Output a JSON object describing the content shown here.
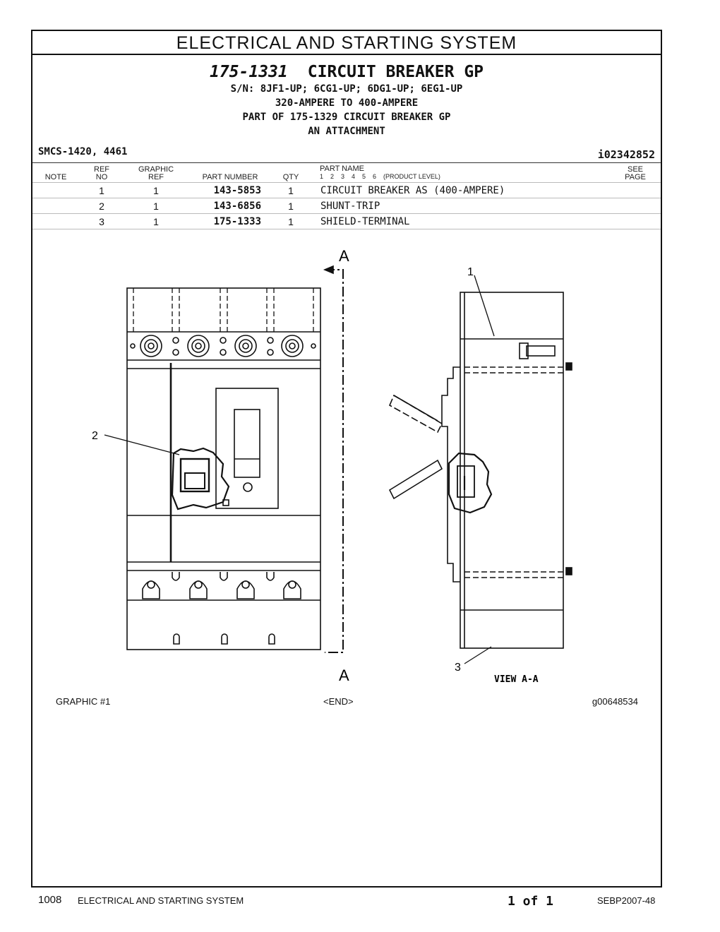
{
  "section_title": "ELECTRICAL AND STARTING SYSTEM",
  "group": {
    "part_number": "175-1331",
    "name": "CIRCUIT BREAKER GP",
    "lines": [
      "S/N: 8JF1-UP; 6CG1-UP; 6DG1-UP; 6EG1-UP",
      "320-AMPERE TO 400-AMPERE",
      "PART OF 175-1329 CIRCUIT BREAKER GP",
      "AN ATTACHMENT"
    ]
  },
  "smcs": "SMCS-1420, 4461",
  "illustration_id": "i02342852",
  "table": {
    "headers": {
      "note": "NOTE",
      "ref_top": "REF",
      "ref_bottom": "NO",
      "graphic_top": "GRAPHIC",
      "graphic_bottom": "REF",
      "part_number": "PART NUMBER",
      "qty": "QTY",
      "part_name": "PART NAME",
      "levels": "1    2    3    4    5    6    (PRODUCT LEVEL)",
      "see_top": "SEE",
      "see_bottom": "PAGE"
    },
    "rows": [
      {
        "ref": "1",
        "graphic": "1",
        "part_number": "143-5853",
        "qty": "1",
        "name": "CIRCUIT BREAKER AS (400-AMPERE)"
      },
      {
        "ref": "2",
        "graphic": "1",
        "part_number": "143-6856",
        "qty": "1",
        "name": "SHUNT-TRIP"
      },
      {
        "ref": "3",
        "graphic": "1",
        "part_number": "175-1333",
        "qty": "1",
        "name": "SHIELD-TERMINAL"
      }
    ]
  },
  "drawing": {
    "section_letter_top": "A",
    "section_letter_bottom": "A",
    "callouts": [
      "1",
      "2",
      "3"
    ],
    "view_label": "VIEW A-A"
  },
  "captions": {
    "graphic": "GRAPHIC #1",
    "end": "<END>",
    "graphic_id": "g00648534"
  },
  "footer": {
    "page_number": "1008",
    "section": "ELECTRICAL AND STARTING SYSTEM",
    "page_of": "1 of 1",
    "doc_id": "SEBP2007-48"
  }
}
